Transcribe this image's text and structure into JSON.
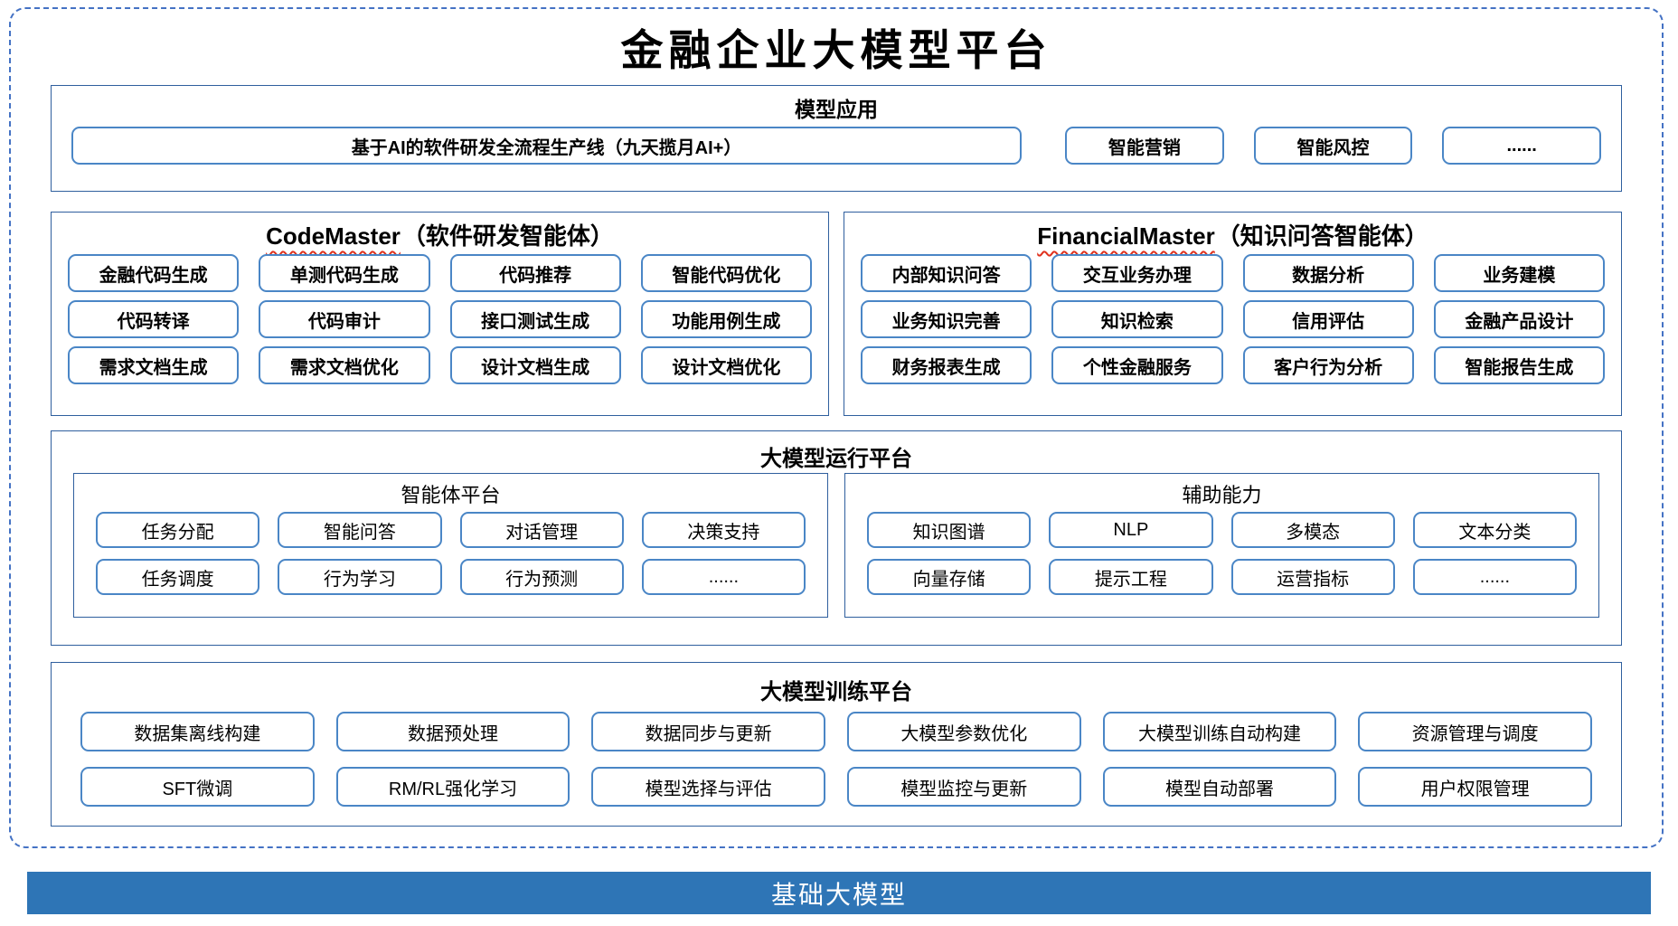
{
  "title": "金融企业大模型平台",
  "colors": {
    "frame_dash_blue": "#4472c4",
    "section_border_blue": "#2f5f9e",
    "item_border_blue": "#4a86c6",
    "footer_bar_blue": "#2e75b6",
    "squiggle_red": "#e0321e"
  },
  "model_app": {
    "title": "模型应用",
    "pipeline": "基于AI的软件研发全流程生产线（九天揽月AI+）",
    "items": [
      "智能营销",
      "智能风控",
      "......"
    ]
  },
  "code_master": {
    "title_en": "CodeMaster",
    "title_zh": "（软件研发智能体）",
    "items": [
      "金融代码生成",
      "单测代码生成",
      "代码推荐",
      "智能代码优化",
      "代码转译",
      "代码审计",
      "接口测试生成",
      "功能用例生成",
      "需求文档生成",
      "需求文档优化",
      "设计文档生成",
      "设计文档优化"
    ]
  },
  "financial_master": {
    "title_en": "FinancialMaster",
    "title_zh": "（知识问答智能体）",
    "items": [
      "内部知识问答",
      "交互业务办理",
      "数据分析",
      "业务建模",
      "业务知识完善",
      "知识检索",
      "信用评估",
      "金融产品设计",
      "财务报表生成",
      "个性金融服务",
      "客户行为分析",
      "智能报告生成"
    ]
  },
  "runtime": {
    "title": "大模型运行平台",
    "agent_platform": {
      "title": "智能体平台",
      "items": [
        "任务分配",
        "智能问答",
        "对话管理",
        "决策支持",
        "任务调度",
        "行为学习",
        "行为预测",
        "......"
      ]
    },
    "aux": {
      "title": "辅助能力",
      "items": [
        "知识图谱",
        "NLP",
        "多模态",
        "文本分类",
        "向量存储",
        "提示工程",
        "运营指标",
        "......"
      ]
    }
  },
  "training": {
    "title": "大模型训练平台",
    "items": [
      "数据集离线构建",
      "数据预处理",
      "数据同步与更新",
      "大模型参数优化",
      "大模型训练自动构建",
      "资源管理与调度",
      "SFT微调",
      "RM/RL强化学习",
      "模型选择与评估",
      "模型监控与更新",
      "模型自动部署",
      "用户权限管理"
    ]
  },
  "foundation": {
    "label": "基础大模型"
  }
}
